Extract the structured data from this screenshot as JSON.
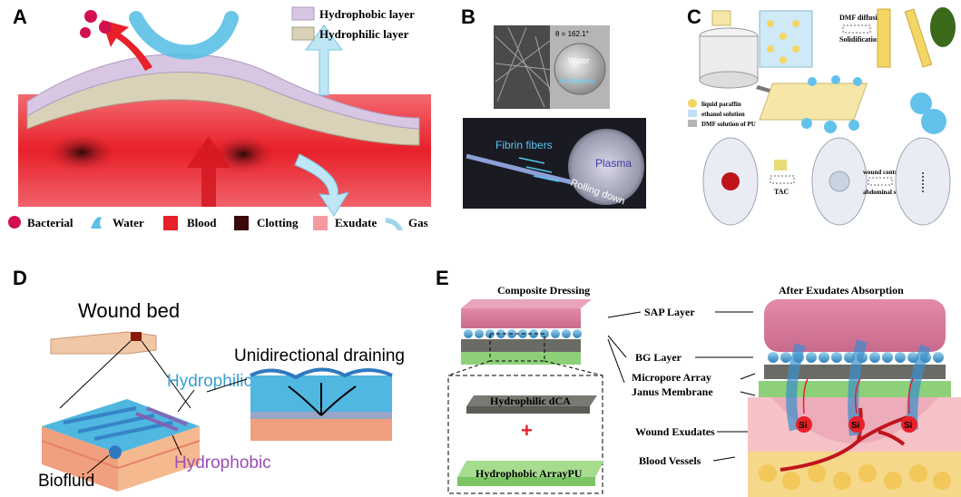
{
  "panels": {
    "a": {
      "letter": "A",
      "layer_top": "Hydrophobic layer",
      "layer_bottom": "Hydrophilic layer",
      "legend": [
        "Bacterial",
        "Water",
        "Blood",
        "Clotting",
        "Exudate",
        "Gas"
      ],
      "colors": {
        "blood": "#e8202a",
        "hydrophobic": "#d8c6e2",
        "hydrophilic": "#d9d2b8",
        "water": "#5bc0e6"
      }
    },
    "b": {
      "letter": "B",
      "angle": "θ = 162.1°",
      "water": "Water",
      "air": "Air plastron",
      "fibers": "Fibrin fibers",
      "plasma": "Plasma",
      "rolling": "Rolling down"
    },
    "c": {
      "letter": "C",
      "diffusion": "DMF diffusion",
      "solidification": "Solidification",
      "legend": [
        "liquid paraffin",
        "ethanol solution",
        "DMF solution of PU"
      ],
      "tac": "TAC",
      "wound_contraction": "wound contraction",
      "abdominal_suture": "abdominal suture"
    },
    "d": {
      "letter": "D",
      "wound_bed": "Wound bed",
      "draining": "Unidirectional draining",
      "hydrophilic": "Hydrophilic",
      "hydrophobic": "Hydrophobic",
      "biofluid": "Biofluid"
    },
    "e": {
      "letter": "E",
      "composite": "Composite Dressing",
      "after": "After Exudates Absorption",
      "sap": "SAP Layer",
      "bg": "BG Layer",
      "micropore1": "Micropore Array",
      "micropore2": "Janus Membrane",
      "exudates": "Wound Exudates",
      "vessels": "Blood Vessels",
      "dca": "Hydrophilic dCA",
      "plus": "+",
      "arraypu": "Hydrophobic ArrayPU",
      "si": "Si"
    }
  }
}
